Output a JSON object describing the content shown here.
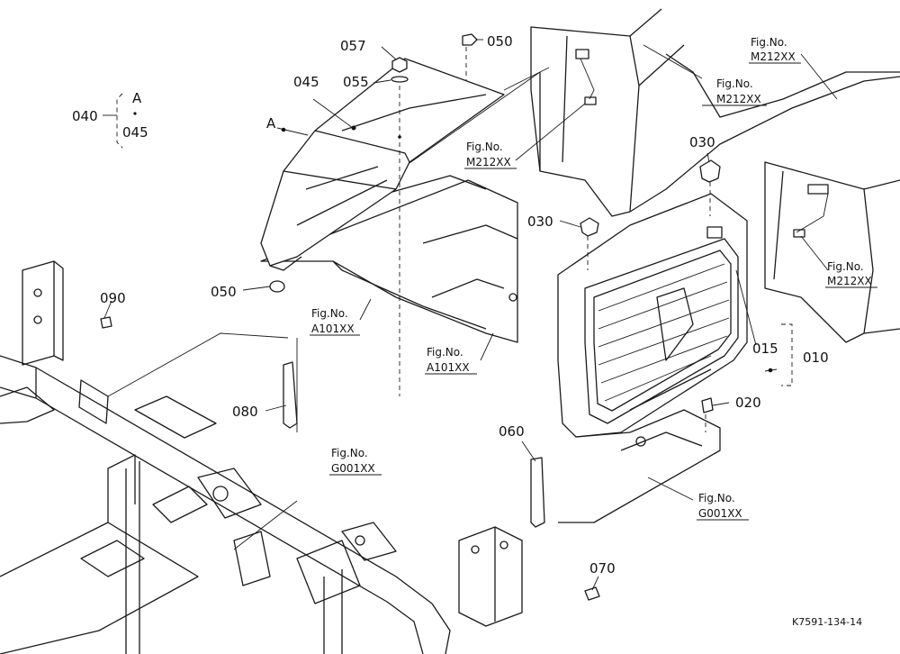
{
  "doc_code": "K7591-134-14",
  "group": {
    "assembly": "040",
    "ref_letter": "A",
    "ref_part": "045"
  },
  "labels": {
    "p057": "057",
    "p050_top": "050",
    "p045": "045",
    "p055": "055",
    "A": "A",
    "p050_left": "050",
    "p090": "090",
    "p080": "080",
    "p030_top": "030",
    "p030_left": "030",
    "p015": "015",
    "p010": "010",
    "p020": "020",
    "p060": "060",
    "p070": "070"
  },
  "fig_refs": [
    {
      "line1": "Fig.No.",
      "line2": "M212XX"
    },
    {
      "line1": "Fig.No.",
      "line2": "M212XX"
    },
    {
      "line1": "Fig.No.",
      "line2": "M212XX"
    },
    {
      "line1": "Fig.No.",
      "line2": "M212XX"
    },
    {
      "line1": "Fig.No.",
      "line2": "A101XX"
    },
    {
      "line1": "Fig.No.",
      "line2": "A101XX"
    },
    {
      "line1": "Fig.No.",
      "line2": "G001XX"
    },
    {
      "line1": "Fig.No.",
      "line2": "G001XX"
    }
  ]
}
